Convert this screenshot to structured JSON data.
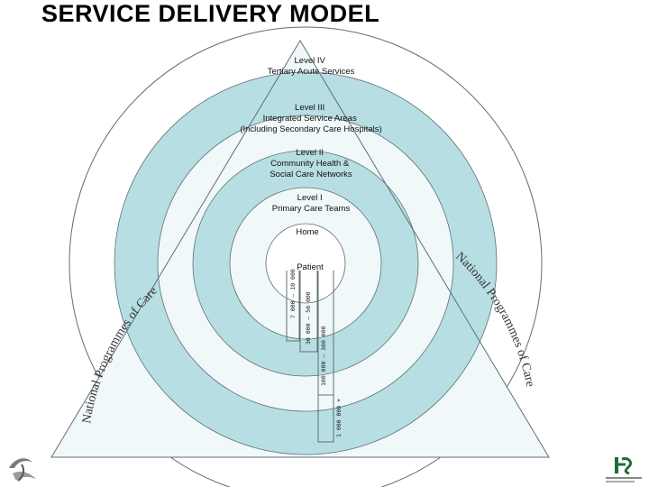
{
  "title": "SERVICE DELIVERY MODEL",
  "levels": [
    {
      "id": "level-iv",
      "lines": [
        "Level IV",
        "Tertiary Acute Services"
      ]
    },
    {
      "id": "level-iii",
      "lines": [
        "Level III",
        "Integrated Service Areas",
        "(Including Secondary Care Hospitals)"
      ]
    },
    {
      "id": "level-ii",
      "lines": [
        "Level II",
        "Community Health &",
        "Social Care Networks"
      ]
    },
    {
      "id": "level-i",
      "lines": [
        "Level I",
        "Primary Care Teams"
      ]
    },
    {
      "id": "home",
      "lines": [
        "Home"
      ]
    },
    {
      "id": "patient",
      "lines": [
        "Patient"
      ]
    }
  ],
  "population_bands": [
    "7 000 – 10 000",
    "30 000 – 50 000",
    "100 000 – 300 000",
    "1 000 000 +"
  ],
  "side_label_left": "National Programmes of Care",
  "side_label_right": "National Programmes of Care",
  "colors": {
    "teal": "#b7dee3",
    "pale": "#f1f8f9",
    "stroke": "#5f6f75",
    "white": "#ffffff"
  },
  "logos": {
    "left": "swirl-logo",
    "right": "hse-logo"
  }
}
